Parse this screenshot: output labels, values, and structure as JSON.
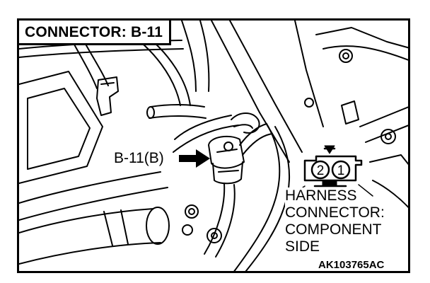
{
  "title": "CONNECTOR: B-11",
  "callout_label": "B-11(B)",
  "connector": {
    "pins": [
      "2",
      "1"
    ]
  },
  "harness_caption": {
    "line1": "HARNESS",
    "line2": "CONNECTOR:",
    "line3": "COMPONENT",
    "line4": "SIDE"
  },
  "figure_code": "AK103765AC"
}
